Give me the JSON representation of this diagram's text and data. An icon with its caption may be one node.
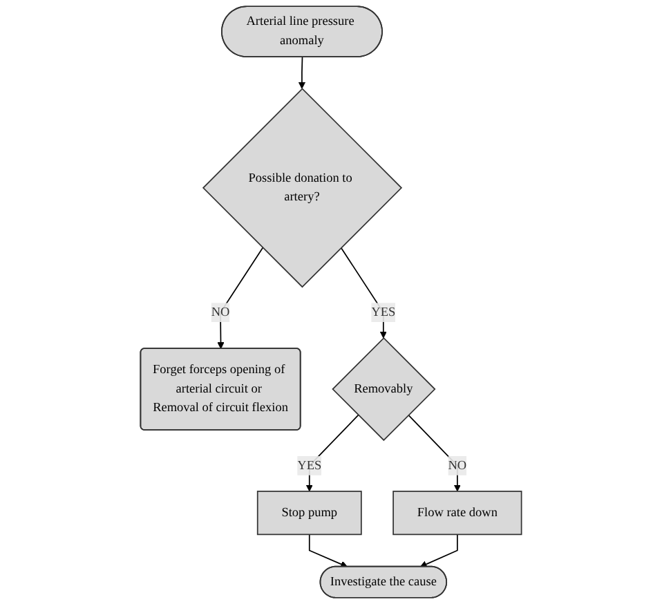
{
  "diagram": {
    "nodes": [
      {
        "text": [
          "Arterial line pressure anomaly"
        ]
      },
      {
        "text": [
          "Possible donation to artery?"
        ]
      },
      {
        "text": [
          "Forget forceps opening of arterial circuit or Removal of circuit flexion"
        ]
      },
      {
        "text": [
          "Removably"
        ]
      },
      {
        "text": [
          "Stop pump"
        ]
      },
      {
        "text": [
          "Flow rate down"
        ]
      },
      {
        "text": [
          "Investigate the cause"
        ]
      }
    ],
    "edges": [
      {
        "from": 0,
        "to": 1,
        "arrow": "to"
      },
      {
        "from": 1,
        "to": 2,
        "arrow": "to",
        "label": "NO"
      },
      {
        "from": 1,
        "to": 3,
        "arrow": "to",
        "label": "YES"
      },
      {
        "from": 3,
        "to": 4,
        "arrow": "to",
        "label": "YES"
      },
      {
        "from": 3,
        "to": 5,
        "arrow": "to",
        "label": "NO"
      },
      {
        "from": 4,
        "to": 6,
        "arrow": "to"
      },
      {
        "from": 5,
        "to": 6,
        "arrow": "to"
      }
    ]
  }
}
